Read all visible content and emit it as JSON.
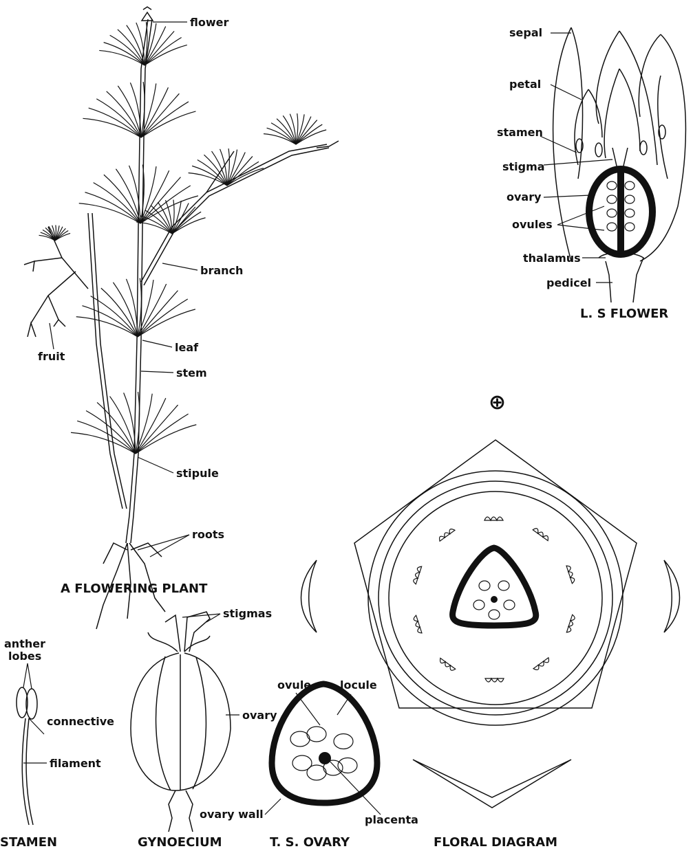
{
  "plant": {
    "caption": "A FLOWERING PLANT",
    "labels": {
      "flower": "flower",
      "branch": "branch",
      "fruit": "fruit",
      "leaf": "leaf",
      "stem": "stem",
      "stipule": "stipule",
      "roots": "roots"
    }
  },
  "ls_flower": {
    "caption": "L. S FLOWER",
    "labels": {
      "sepal": "sepal",
      "petal": "petal",
      "stamen": "stamen",
      "stigma": "stigma",
      "ovary": "ovary",
      "ovules": "ovules",
      "thalamus": "thalamus",
      "pedicel": "pedicel"
    }
  },
  "stamen": {
    "caption": "STAMEN",
    "labels": {
      "anther_line1": "anther",
      "anther_line2": "lobes",
      "connective": "connective",
      "filament": "filament"
    }
  },
  "gynoecium": {
    "caption": "GYNOECIUM",
    "labels": {
      "stigmas": "stigmas",
      "ovary": "ovary"
    }
  },
  "ts_ovary": {
    "caption": "T. S. OVARY",
    "labels": {
      "ovule": "ovule",
      "locule": "locule",
      "ovary_wall": "ovary wall",
      "placenta": "placenta"
    }
  },
  "floral_diagram": {
    "caption": "FLORAL DIAGRAM",
    "symbol": "⊕"
  }
}
